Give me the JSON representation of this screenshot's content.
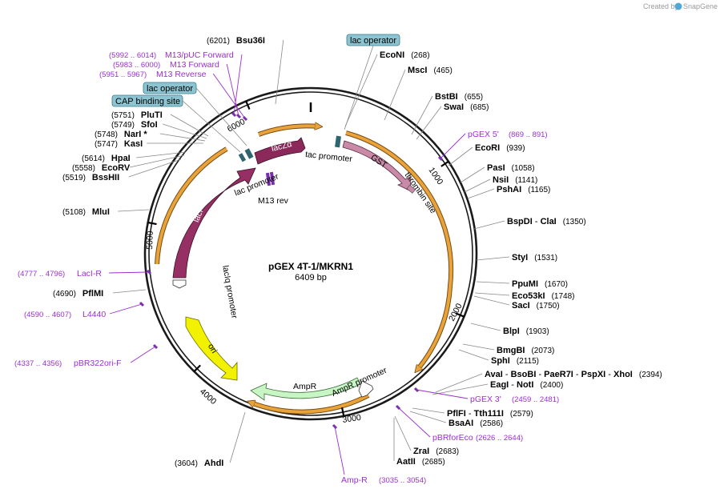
{
  "credit": {
    "text": "Created by",
    "brand": "SnapGene"
  },
  "plasmid": {
    "name": "pGEX 4T-1/MKRN1",
    "length": "6409 bp",
    "total_bp": 6409
  },
  "ring_ticks": [
    {
      "bp": 1000,
      "label": "1000"
    },
    {
      "bp": 2000,
      "label": "2000"
    },
    {
      "bp": 3000,
      "label": "3000"
    },
    {
      "bp": 4000,
      "label": "4000"
    },
    {
      "bp": 5000,
      "label": "5000"
    },
    {
      "bp": 6000,
      "label": "6000"
    }
  ],
  "colors": {
    "backbone": "#1a1a1a",
    "orf_orange": "#e8a33a",
    "lacZ": "#8b2a5a",
    "lacI": "#962f63",
    "GST": "#c98aa8",
    "ori": "#f2f200",
    "AmpR": "#c8f5c4",
    "primer": "#9b2fd0",
    "promoter": "#ffffff",
    "misc_box": "#8cc4d2",
    "small_feat": "#2e6470"
  },
  "features": [
    {
      "name": "lacZα",
      "start": 6051,
      "end": 6150,
      "color": "#8b2a5a",
      "label_inside": true
    },
    {
      "name": "GST",
      "start": 258,
      "end": 914,
      "color": "#c98aa8",
      "label_inside": true
    },
    {
      "name": "lacI",
      "start": 4951,
      "end": 5700,
      "color": "#962f63",
      "label_inside": true
    },
    {
      "name": "ori",
      "start": 3900,
      "end": 4480,
      "color": "#f2f200",
      "label_inside": true
    },
    {
      "name": "AmpR",
      "start": 3300,
      "end": 2800,
      "color": "#c8f5c4",
      "label_outside": true
    }
  ],
  "promoter_labels": [
    {
      "name": "tac promoter"
    },
    {
      "name": "lac promoter"
    },
    {
      "name": "lacIq promoter"
    },
    {
      "name": "AmpR promoter"
    },
    {
      "name": "thrombin site"
    },
    {
      "name": "M13 rev"
    }
  ],
  "boxed_labels": [
    {
      "name": "lac operator",
      "side": "top"
    },
    {
      "name": "lac operator",
      "side": "left"
    },
    {
      "name": "CAP binding site",
      "side": "left"
    }
  ],
  "enzymes_right": [
    {
      "name": "EcoNI",
      "pos": "(268)"
    },
    {
      "name": "MscI",
      "pos": "(465)"
    },
    {
      "name": "BstBI",
      "pos": "(655)"
    },
    {
      "name": "SwaI",
      "pos": "(685)"
    },
    {
      "name": "EcoRI",
      "pos": "(939)"
    },
    {
      "name": "PasI",
      "pos": "(1058)"
    },
    {
      "name": "NsiI",
      "pos": "(1141)"
    },
    {
      "name": "PshAI",
      "pos": "(1165)"
    },
    {
      "name": "BspDI",
      "extra": "ClaI",
      "pos": "(1350)"
    },
    {
      "name": "StyI",
      "pos": "(1531)"
    },
    {
      "name": "PpuMI",
      "pos": "(1670)"
    },
    {
      "name": "Eco53kI",
      "pos": "(1748)"
    },
    {
      "name": "SacI",
      "pos": "(1750)"
    },
    {
      "name": "BlpI",
      "pos": "(1903)"
    },
    {
      "name": "BmgBI",
      "pos": "(2073)"
    },
    {
      "name": "SphI",
      "pos": "(2115)"
    },
    {
      "name": "AvaI",
      "extra": "BsoBI - PaeR7I - PspXI - XhoI",
      "pos": "(2394)"
    },
    {
      "name": "EagI",
      "extra": "NotI",
      "pos": "(2400)"
    },
    {
      "name": "PflFI",
      "extra": "Tth111I",
      "pos": "(2579)"
    },
    {
      "name": "BsaAI",
      "pos": "(2586)"
    },
    {
      "name": "ZraI",
      "pos": "(2683)"
    },
    {
      "name": "AatII",
      "pos": "(2685)"
    }
  ],
  "enzymes_left": [
    {
      "name": "Bsu36I",
      "pos": "(6201)"
    },
    {
      "name": "PluTI",
      "pos": "(5751)"
    },
    {
      "name": "SfoI",
      "pos": "(5749)"
    },
    {
      "name": "NarI *",
      "pos": "(5748)"
    },
    {
      "name": "KasI",
      "pos": "(5747)"
    },
    {
      "name": "HpaI",
      "pos": "(5614)"
    },
    {
      "name": "EcoRV",
      "pos": "(5558)"
    },
    {
      "name": "BssHII",
      "pos": "(5519)"
    },
    {
      "name": "MluI",
      "pos": "(5108)"
    },
    {
      "name": "PflMI",
      "pos": "(4690)"
    },
    {
      "name": "AhdI",
      "pos": "(3604)"
    }
  ],
  "primers": [
    {
      "name": "M13/pUC Forward",
      "range": "(5992 .. 6014)"
    },
    {
      "name": "M13 Forward",
      "range": "(5983 .. 6000)"
    },
    {
      "name": "M13 Reverse",
      "range": "(5951 .. 5967)"
    },
    {
      "name": "pGEX 5'",
      "range": "(869 .. 891)"
    },
    {
      "name": "pGEX 3'",
      "range": "(2459 .. 2481)"
    },
    {
      "name": "pBRforEco",
      "range": "(2626 .. 2644)"
    },
    {
      "name": "Amp-R",
      "range": "(3035 .. 3054)"
    },
    {
      "name": "pBR322ori-F",
      "range": "(4337 .. 4356)"
    },
    {
      "name": "L4440",
      "range": "(4590 .. 4607)"
    },
    {
      "name": "LacI-R",
      "range": "(4777 .. 4796)"
    }
  ]
}
